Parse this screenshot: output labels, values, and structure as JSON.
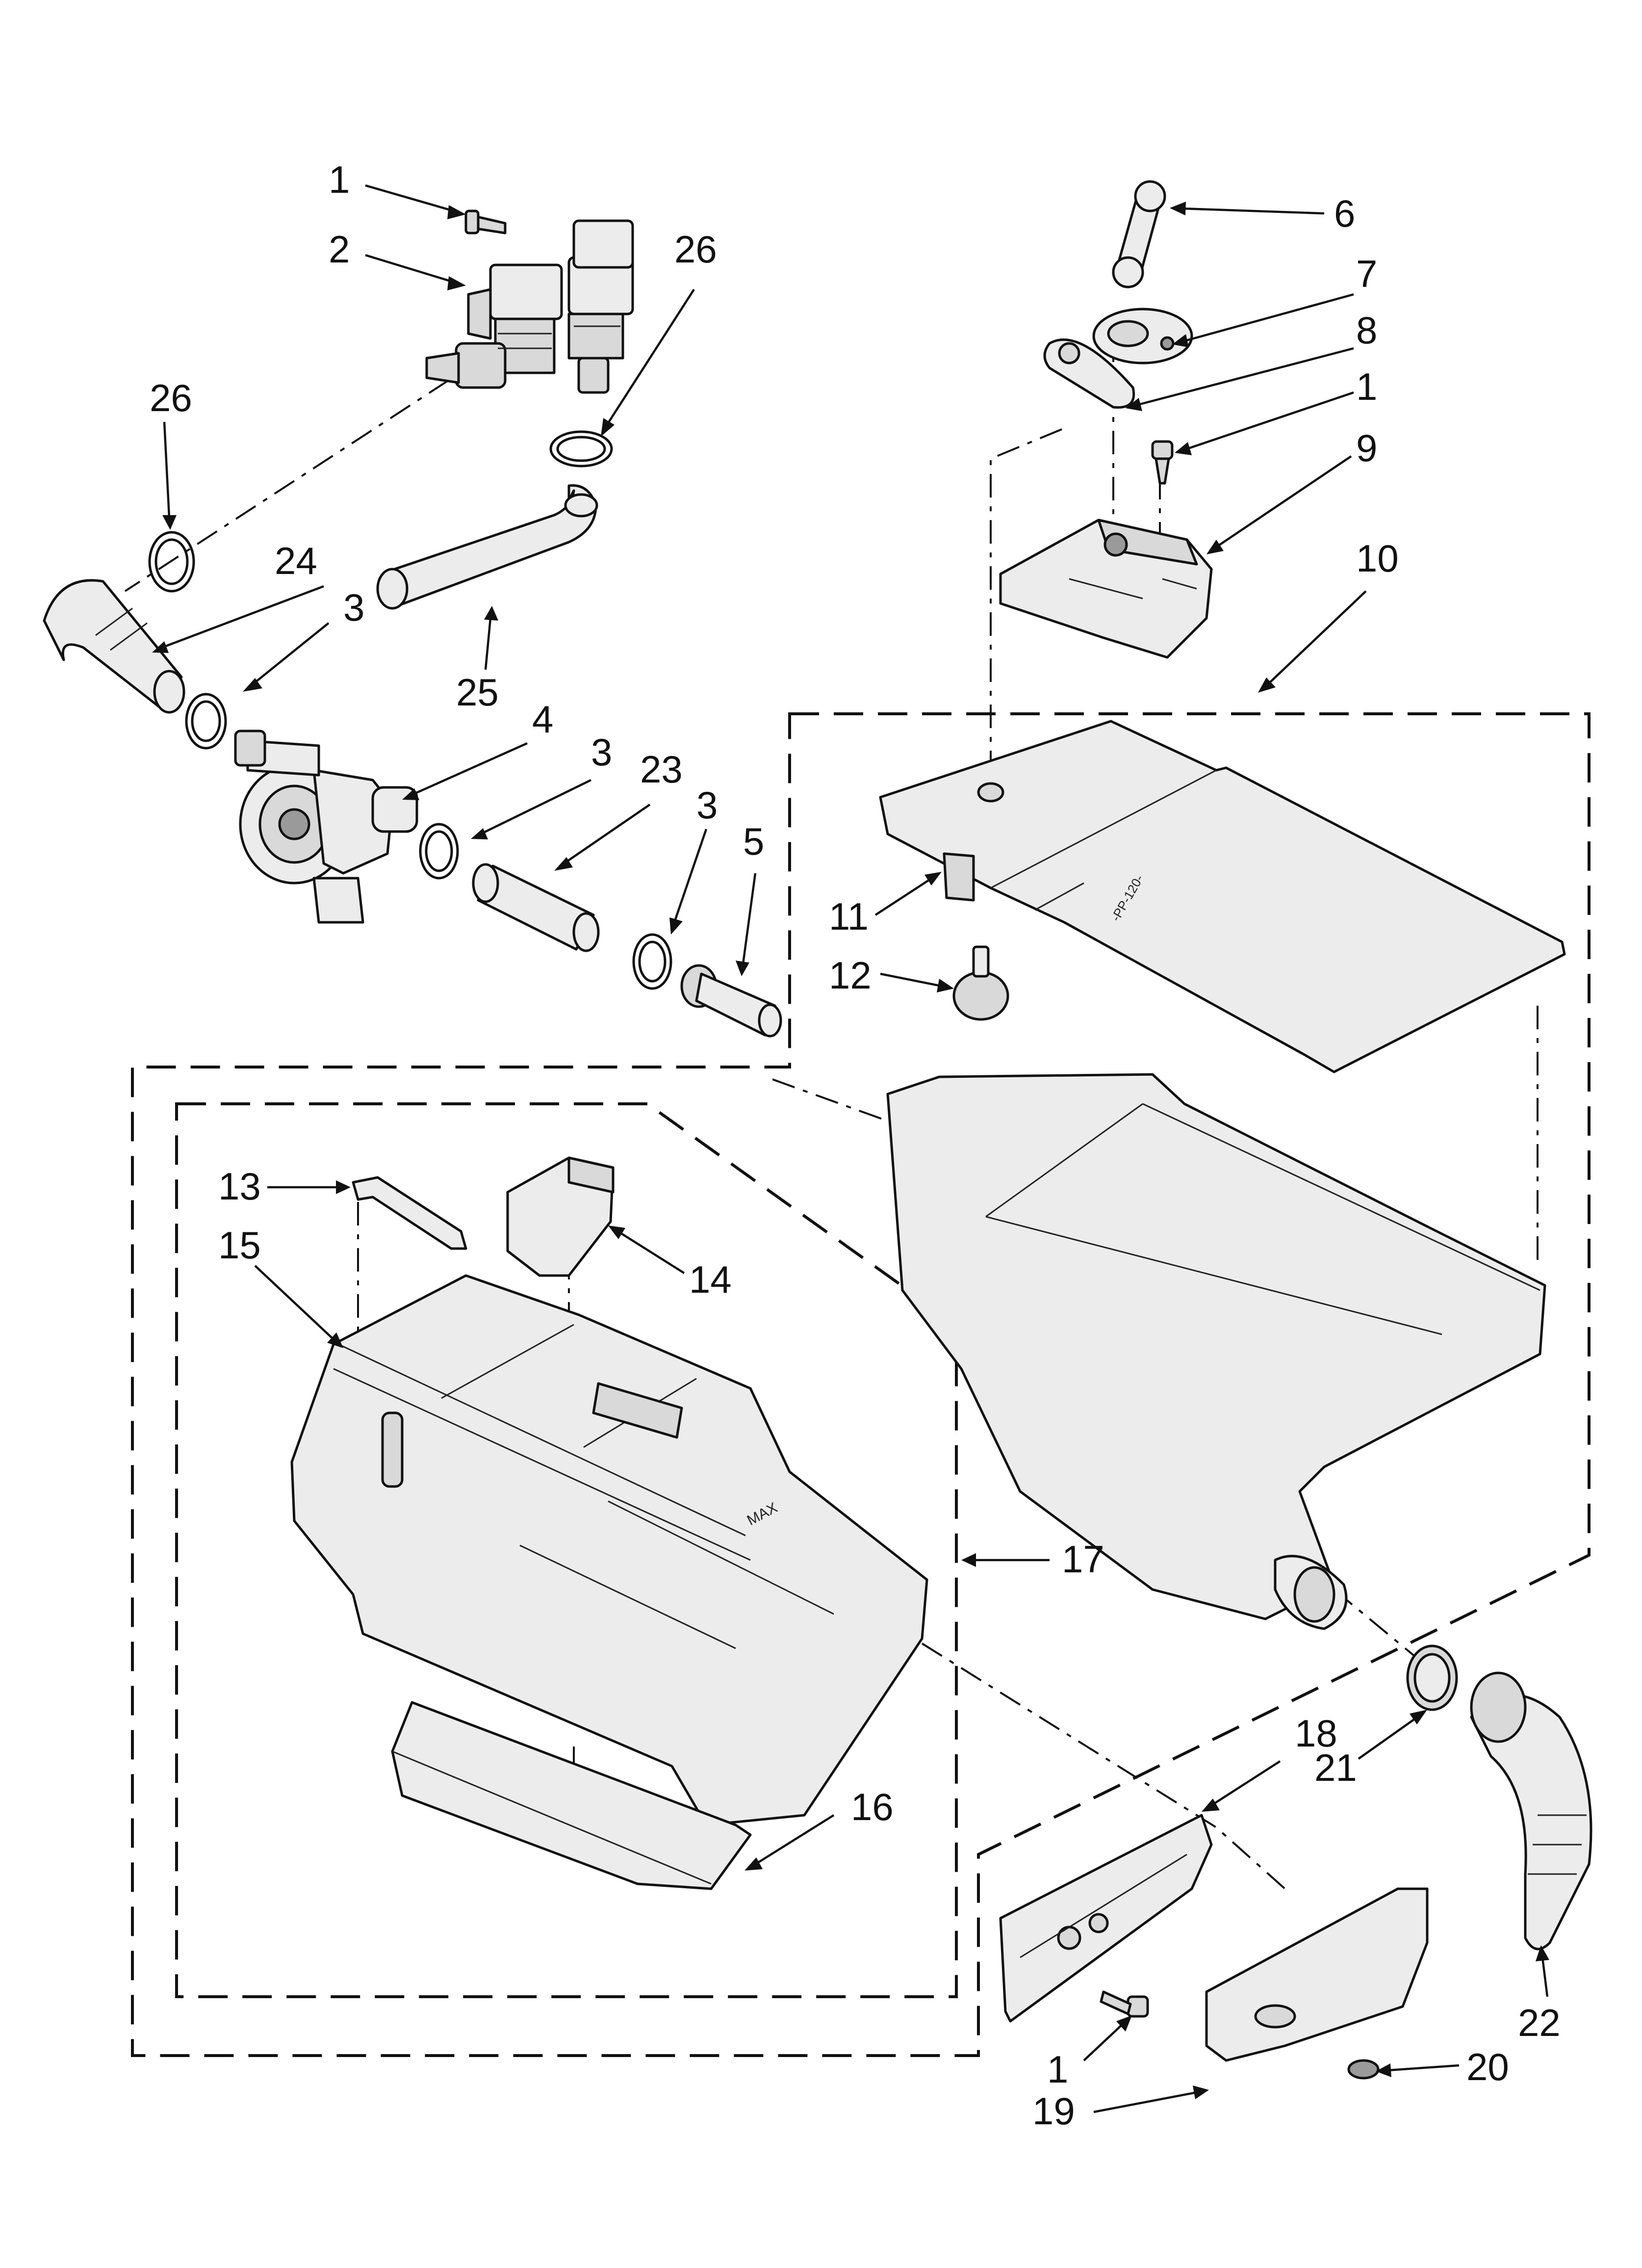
{
  "callouts": [
    {
      "id": "c1a",
      "text": "1"
    },
    {
      "id": "c2",
      "text": "2"
    },
    {
      "id": "c26a",
      "text": "26"
    },
    {
      "id": "c26b",
      "text": "26"
    },
    {
      "id": "c24",
      "text": "24"
    },
    {
      "id": "c3a",
      "text": "3"
    },
    {
      "id": "c25",
      "text": "25"
    },
    {
      "id": "c4",
      "text": "4"
    },
    {
      "id": "c3b",
      "text": "3"
    },
    {
      "id": "c23",
      "text": "23"
    },
    {
      "id": "c3c",
      "text": "3"
    },
    {
      "id": "c5",
      "text": "5"
    },
    {
      "id": "c6",
      "text": "6"
    },
    {
      "id": "c7",
      "text": "7"
    },
    {
      "id": "c8",
      "text": "8"
    },
    {
      "id": "c1b",
      "text": "1"
    },
    {
      "id": "c9",
      "text": "9"
    },
    {
      "id": "c10",
      "text": "10"
    },
    {
      "id": "c11",
      "text": "11"
    },
    {
      "id": "c12",
      "text": "12"
    },
    {
      "id": "c13",
      "text": "13"
    },
    {
      "id": "c14",
      "text": "14"
    },
    {
      "id": "c15",
      "text": "15"
    },
    {
      "id": "c17",
      "text": "17"
    },
    {
      "id": "c16",
      "text": "16"
    },
    {
      "id": "c18",
      "text": "18"
    },
    {
      "id": "c21",
      "text": "21"
    },
    {
      "id": "c22",
      "text": "22"
    },
    {
      "id": "c20",
      "text": "20"
    },
    {
      "id": "c1c",
      "text": "1"
    },
    {
      "id": "c19",
      "text": "19"
    }
  ],
  "part_markings": {
    "lid_text": "-PP-120-",
    "tray_max": "MAX"
  }
}
